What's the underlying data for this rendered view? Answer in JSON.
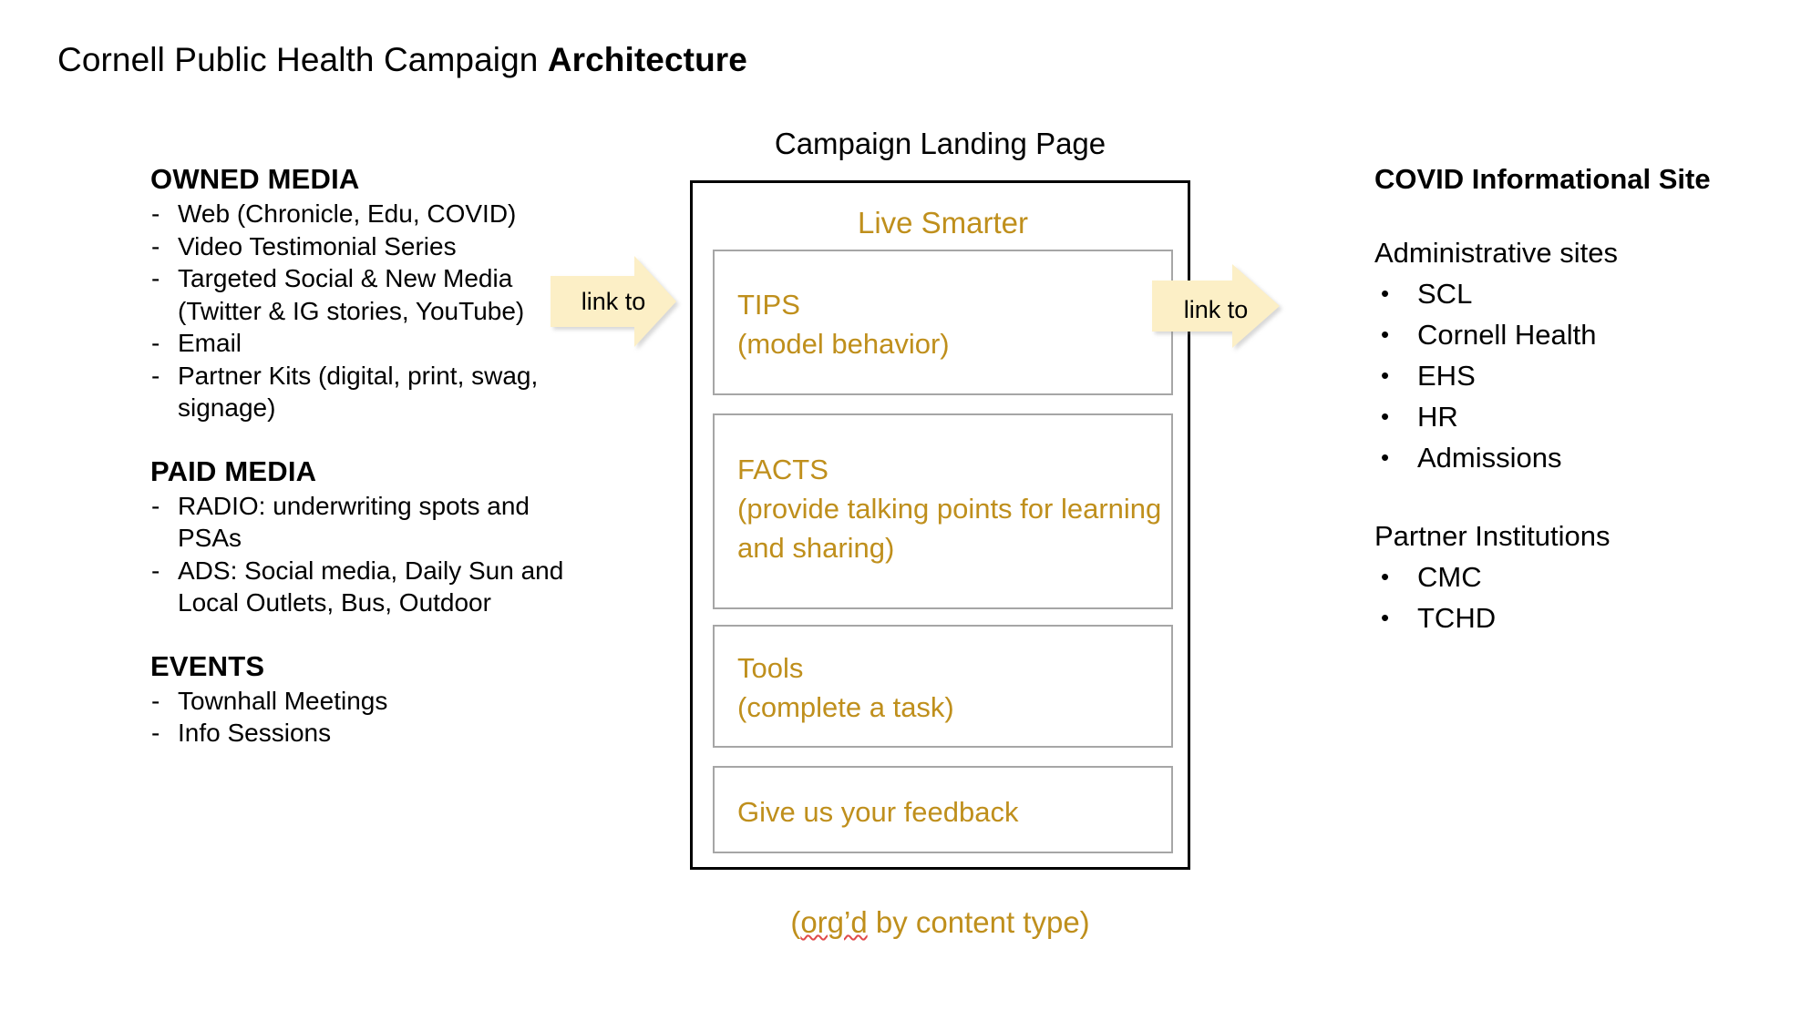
{
  "title": {
    "plain": "Cornell Public Health Campaign ",
    "bold": "Architecture"
  },
  "left_column": {
    "sections": [
      {
        "heading": "OWNED MEDIA",
        "marker": "-",
        "items": [
          "Web (Chronicle, Edu, COVID)",
          "Video Testimonial Series",
          "Targeted Social & New Media (Twitter & IG stories, YouTube)",
          "Email",
          "Partner Kits (digital, print, swag, signage)"
        ]
      },
      {
        "heading": "PAID MEDIA",
        "marker": "-",
        "items": [
          "RADIO: underwriting spots and PSAs",
          "ADS: Social media, Daily Sun and Local Outlets, Bus, Outdoor"
        ]
      },
      {
        "heading": "EVENTS",
        "marker": "-",
        "items": [
          "Townhall Meetings",
          "Info Sessions"
        ]
      }
    ]
  },
  "arrows": {
    "left": {
      "label": "link to"
    },
    "right": {
      "label": "link to"
    }
  },
  "center": {
    "heading": "Campaign Landing Page",
    "brand": "Live Smarter",
    "cards": [
      {
        "title": "TIPS",
        "subtitle": "(model behavior)"
      },
      {
        "title": "FACTS",
        "subtitle": "(provide talking points for learning and sharing)"
      },
      {
        "title": "Tools",
        "subtitle": "(complete a task)"
      },
      {
        "title": "Give us your feedback",
        "subtitle": ""
      }
    ],
    "note_prefix": "(",
    "note_misspelled": "org’d",
    "note_suffix": " by content type)"
  },
  "right_column": {
    "heading": "COVID Informational Site",
    "groups": [
      {
        "label": "Administrative sites",
        "marker": "•",
        "items": [
          "SCL",
          "Cornell Health",
          "EHS",
          "HR",
          "Admissions"
        ]
      },
      {
        "label": "Partner Institutions",
        "marker": "•",
        "items": [
          "CMC",
          "TCHD"
        ]
      }
    ]
  },
  "colors": {
    "gold": "#BF8F1C",
    "arrow_fill": "#FCEFC6",
    "card_border": "#A6A6A6",
    "panel_border": "#000000",
    "spellcheck": "#E04A4A"
  }
}
